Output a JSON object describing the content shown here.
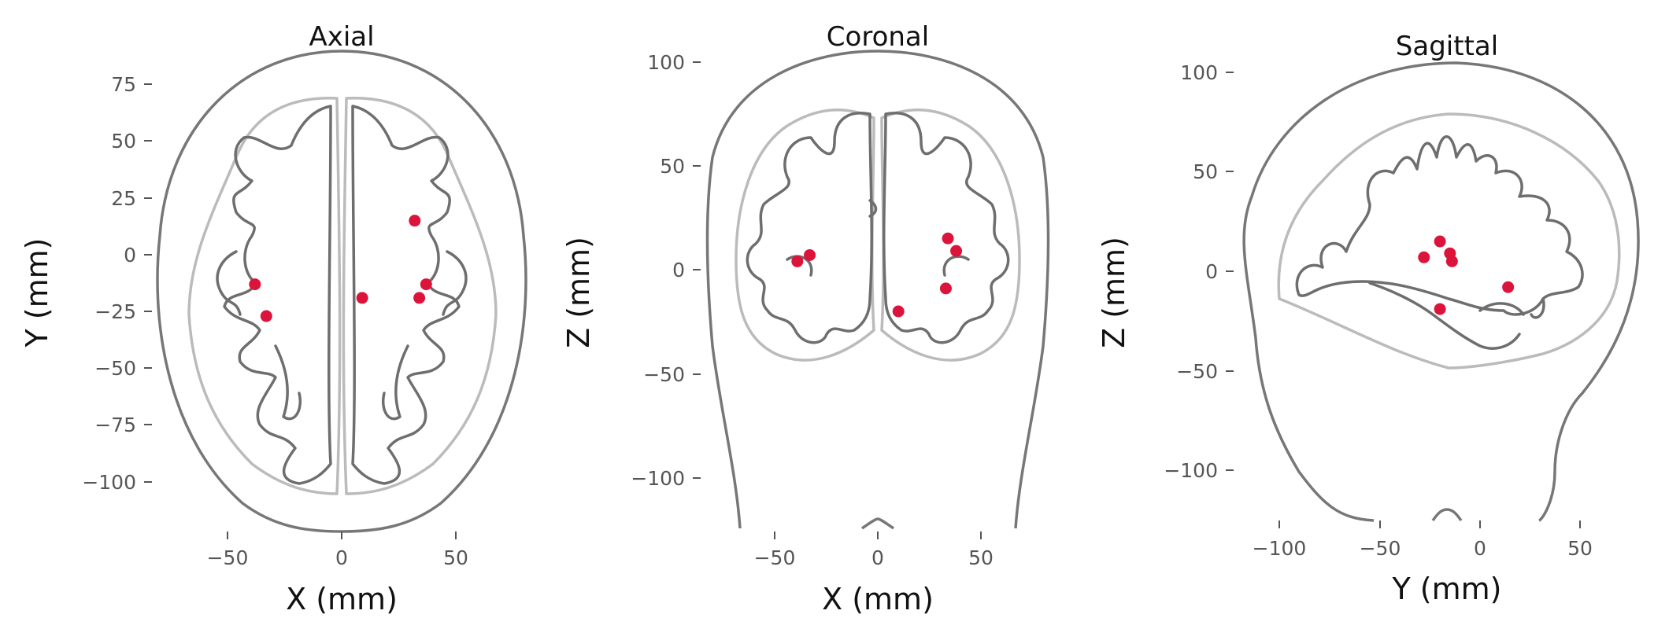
{
  "chart_data": [
    {
      "type": "scatter",
      "title": "Axial",
      "xlabel": "X (mm)",
      "ylabel": "Y (mm)",
      "xlim": [
        -85,
        85
      ],
      "ylim": [
        -122,
        90
      ],
      "xticks": [
        -50,
        0,
        50
      ],
      "yticks": [
        75,
        50,
        25,
        0,
        -25,
        -50,
        -75,
        -100
      ],
      "xtick_labels": [
        "−50",
        "0",
        "50"
      ],
      "ytick_labels": [
        "75",
        "50",
        "25",
        "0",
        "−25",
        "−50",
        "−75",
        "−100"
      ],
      "marker_color": "#dc143c",
      "points": [
        {
          "x": 32,
          "y": 15
        },
        {
          "x": -38,
          "y": -13
        },
        {
          "x": 37,
          "y": -13
        },
        {
          "x": 9,
          "y": -19
        },
        {
          "x": 34,
          "y": -19
        },
        {
          "x": -33,
          "y": -27
        }
      ]
    },
    {
      "type": "scatter",
      "title": "Coronal",
      "xlabel": "X (mm)",
      "ylabel": "Z (mm)",
      "xlim": [
        -85,
        85
      ],
      "ylim": [
        -125,
        112
      ],
      "xticks": [
        -50,
        0,
        50
      ],
      "yticks": [
        100,
        50,
        0,
        -50,
        -100
      ],
      "xtick_labels": [
        "−50",
        "0",
        "50"
      ],
      "ytick_labels": [
        "100",
        "50",
        "0",
        "−50",
        "−100"
      ],
      "marker_color": "#dc143c",
      "points": [
        {
          "x": 34,
          "y": 15
        },
        {
          "x": 38,
          "y": 9
        },
        {
          "x": -39,
          "y": 4
        },
        {
          "x": -33,
          "y": 7
        },
        {
          "x": 33,
          "y": -9
        },
        {
          "x": 10,
          "y": -20
        }
      ]
    },
    {
      "type": "scatter",
      "title": "Sagittal",
      "xlabel": "Y (mm)",
      "ylabel": "Z (mm)",
      "xlim": [
        -122,
        85
      ],
      "ylim": [
        -125,
        115
      ],
      "xticks": [
        -100,
        -50,
        0,
        50
      ],
      "yticks": [
        100,
        50,
        0,
        -50,
        -100
      ],
      "xtick_labels": [
        "−100",
        "−50",
        "0",
        "50"
      ],
      "ytick_labels": [
        "100",
        "50",
        "0",
        "−50",
        "−100"
      ],
      "marker_color": "#dc143c",
      "points": [
        {
          "x": -20,
          "y": 15
        },
        {
          "x": -15,
          "y": 9
        },
        {
          "x": -28,
          "y": 7
        },
        {
          "x": -14,
          "y": 5
        },
        {
          "x": 14,
          "y": -8
        },
        {
          "x": -20,
          "y": -19
        }
      ]
    }
  ]
}
